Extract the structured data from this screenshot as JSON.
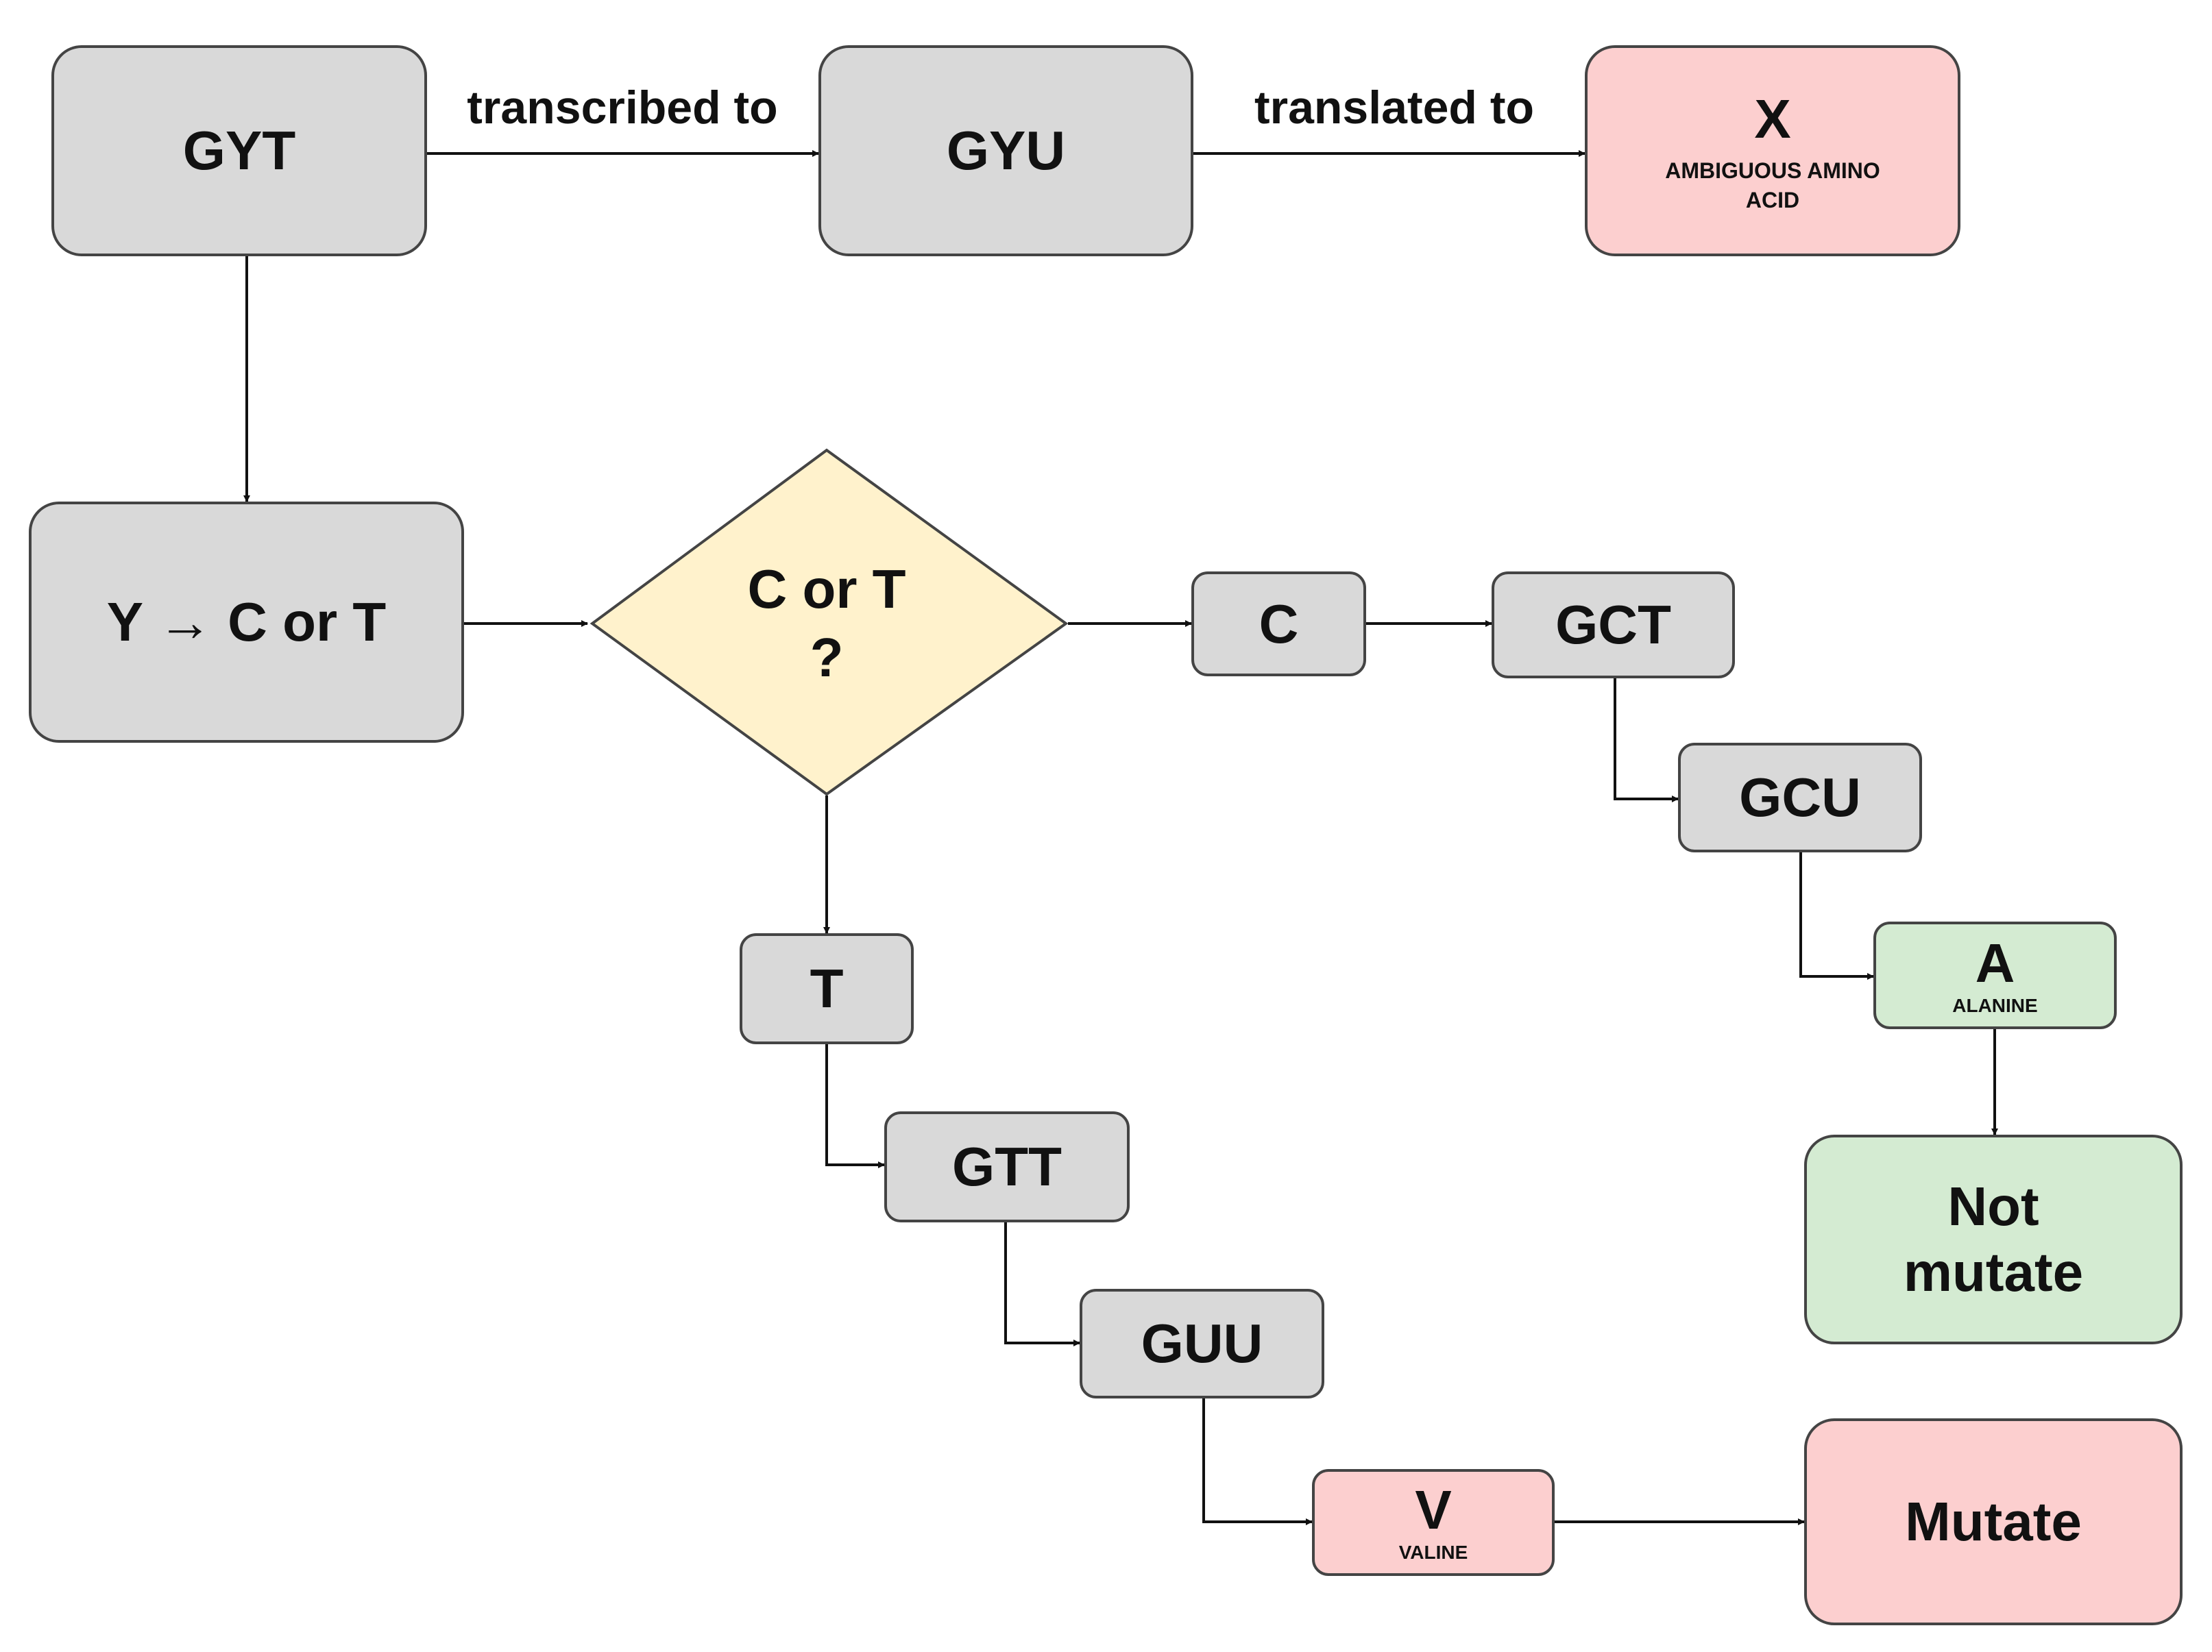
{
  "colors": {
    "node_fill": "#d9d9d9",
    "node_border": "#444444",
    "negative_fill": "#fccfcf",
    "positive_fill": "#d4ebd2",
    "decision_fill": "#fff2cc"
  },
  "nodes": {
    "gyt": "GYT",
    "gyu": "GYU",
    "x": {
      "letter": "X",
      "desc": "AMBIGUOUS AMINO ACID"
    },
    "y_rule": "Y → C or T",
    "decision": {
      "line1": "C or T",
      "line2": "?"
    },
    "c": "C",
    "gct": "GCT",
    "gcu": "GCU",
    "a": {
      "letter": "A",
      "desc": "ALANINE"
    },
    "not_mutate": "Not mutate",
    "t": "T",
    "gtt": "GTT",
    "guu": "GUU",
    "v": {
      "letter": "V",
      "desc": "VALINE"
    },
    "mutate": "Mutate"
  },
  "edges": {
    "transcribed": "transcribed to",
    "translated": "translated to"
  }
}
